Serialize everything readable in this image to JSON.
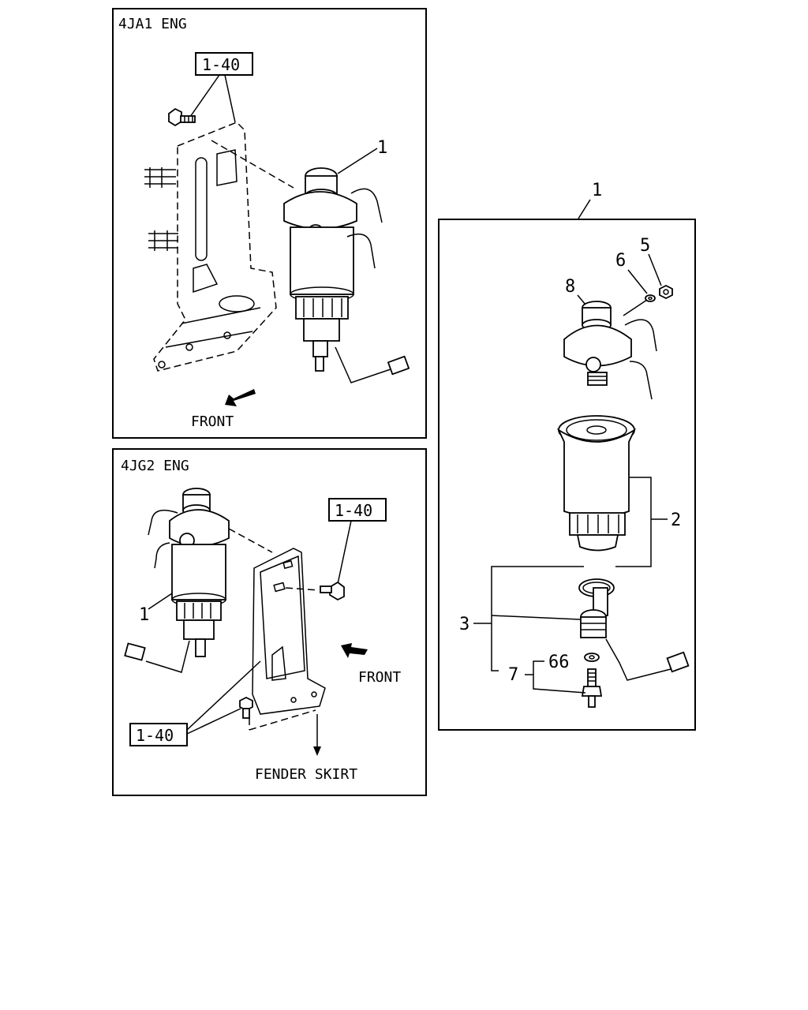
{
  "panels": {
    "top_left": {
      "title": "4JA1 ENG",
      "ref": "1-40",
      "callout": "1",
      "direction": "FRONT"
    },
    "bottom_left": {
      "title": "4JG2 ENG",
      "ref_top": "1-40",
      "ref_bottom": "1-40",
      "callout": "1",
      "direction": "FRONT",
      "location": "FENDER SKIRT"
    },
    "right": {
      "assembly": "1",
      "parts": {
        "p5": "5",
        "p6": "6",
        "p8": "8",
        "p2": "2",
        "p3": "3",
        "p66": "66",
        "p7": "7"
      }
    }
  }
}
